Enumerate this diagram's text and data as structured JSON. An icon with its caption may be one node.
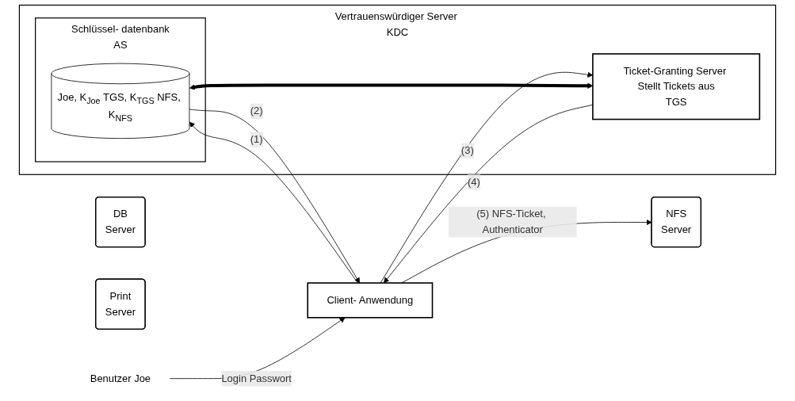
{
  "diagram": {
    "nodes": [
      {
        "text": [
          "Vertrauenswürdiger Server KDC"
        ]
      },
      {
        "text": [
          "Schlüssel- datenbank",
          "AS"
        ],
        "in": 0
      },
      {
        "text": [
          "Joe, K$_{Joe}$ TGS, K$_{TGS}$ NFS, K$_{NFS}$"
        ],
        "in": 1
      },
      {
        "text": [
          "Ticket-Granting Server Stellt Tickets aus",
          "TGS"
        ],
        "in": 0
      },
      {
        "text": [
          "Benutzer Joe"
        ]
      },
      {
        "text": [
          "Client- Anwendung"
        ]
      },
      {
        "text": [
          "NFS",
          "Server"
        ]
      },
      {
        "text": [
          "DB",
          "Server"
        ]
      },
      {
        "text": [
          "Print",
          "Server"
        ]
      }
    ],
    "edges": [
      {
        "from": 4,
        "to": 5,
        "arrow": "to",
        "label": "Login Passwort"
      },
      {
        "from": 5,
        "to": 2,
        "arrow": "to",
        "label": "(1)"
      },
      {
        "from": 2,
        "to": 5,
        "arrow": "to",
        "label": "(2)"
      },
      {
        "from": 5,
        "to": 3,
        "arrow": "to",
        "label": "(3)"
      },
      {
        "from": 3,
        "to": 5,
        "arrow": "to",
        "label": "(4)"
      },
      {
        "from": 5,
        "to": 6,
        "arrow": "to",
        "label": "(5) NFS-Ticket, Authenticator"
      },
      {
        "from": 2,
        "to": 3,
        "arrow": "both",
        "style": "thick"
      }
    ]
  }
}
